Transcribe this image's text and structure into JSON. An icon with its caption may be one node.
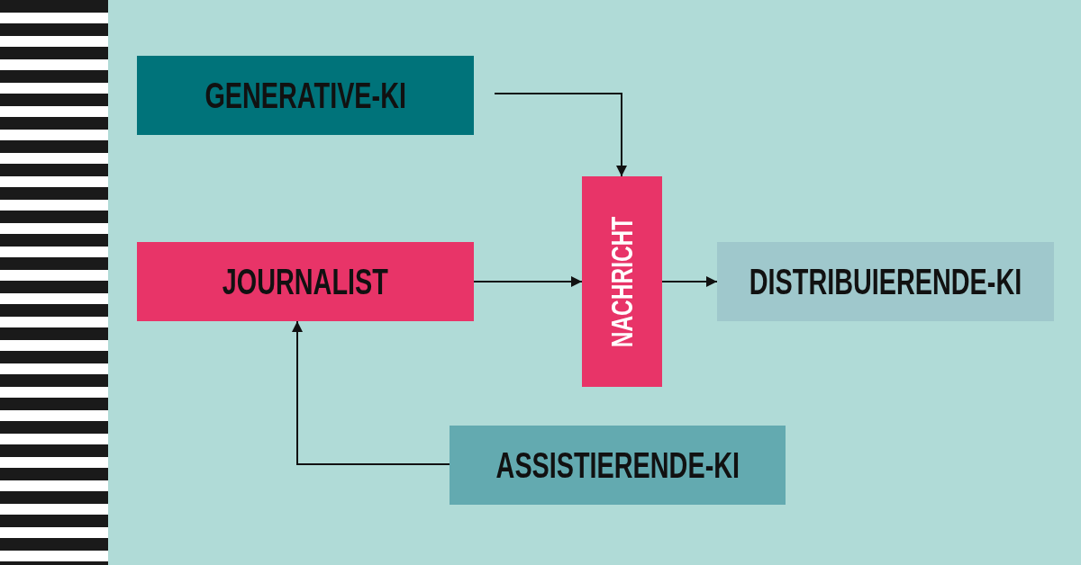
{
  "diagram": {
    "nodes": [
      {
        "text": [
          "GENERATIVE-KI"
        ]
      },
      {
        "text": [
          "JOURNALIST"
        ]
      },
      {
        "text": [
          "NACHRICHT"
        ]
      },
      {
        "text": [
          "DISTRIBUIERENDE-KI"
        ]
      },
      {
        "text": [
          "ASSISTIERENDE-KI"
        ]
      }
    ],
    "edges": [
      {
        "from": 0,
        "to": 2,
        "arrow": "to"
      },
      {
        "from": 1,
        "to": 2,
        "arrow": "to"
      },
      {
        "from": 2,
        "to": 3,
        "arrow": "to"
      },
      {
        "from": 4,
        "to": 1,
        "arrow": "to"
      }
    ]
  }
}
